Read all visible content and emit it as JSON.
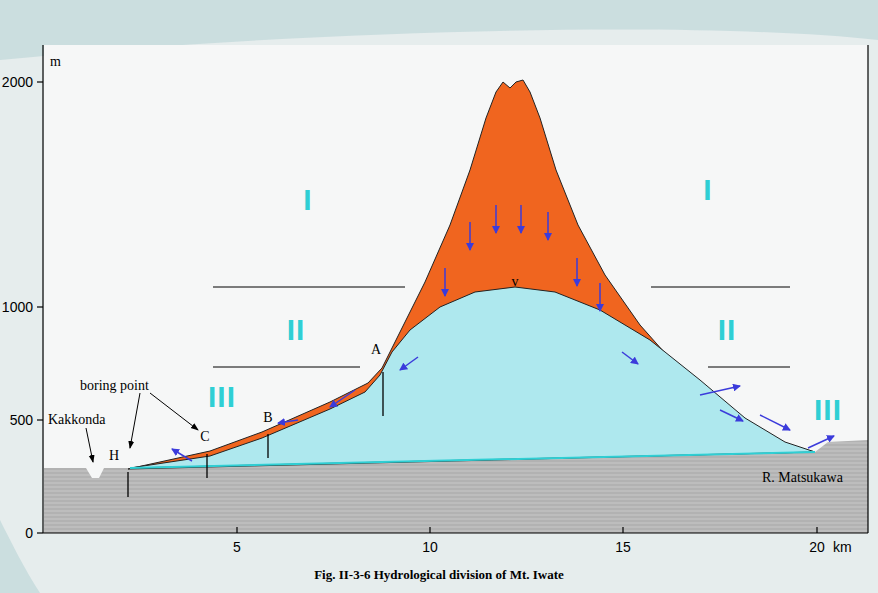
{
  "diagram": {
    "caption": "Fig. II-3-6 Hydrological division of Mt. Iwate",
    "labels": [
      "m",
      "2000",
      "1000",
      "500",
      "0",
      "5",
      "10",
      "15",
      "20",
      "km",
      "I",
      "I",
      "II",
      "II",
      "III",
      "III",
      "v",
      "A",
      "B",
      "C",
      "H",
      "boring point",
      "Kakkonda",
      "R. Matsukawa"
    ]
  }
}
